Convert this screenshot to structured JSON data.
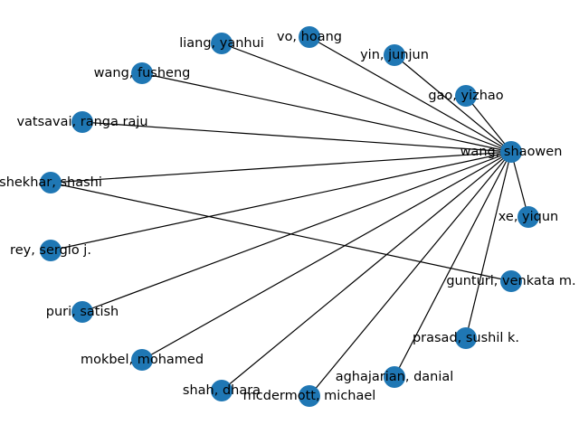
{
  "graph": {
    "node_color": "#1f77b4",
    "edge_color": "#000000",
    "nodes": [
      {
        "id": "wang_shaowen",
        "label": "wang, shaowen"
      },
      {
        "id": "vo_hoang",
        "label": "vo, hoang"
      },
      {
        "id": "liang_yanhui",
        "label": "liang, yanhui"
      },
      {
        "id": "yin_junjun",
        "label": "yin, junjun"
      },
      {
        "id": "wang_fusheng",
        "label": "wang, fusheng"
      },
      {
        "id": "gao_yizhao",
        "label": "gao, yizhao"
      },
      {
        "id": "vatsavai_ranga_raju",
        "label": "vatsavai, ranga raju"
      },
      {
        "id": "shekhar_shashi",
        "label": "shekhar, shashi"
      },
      {
        "id": "xe_yiqun",
        "label": "xe, yiqun"
      },
      {
        "id": "rey_sergio",
        "label": "rey, sergio j."
      },
      {
        "id": "gunturi_venkata",
        "label": "gunturi, venkata m."
      },
      {
        "id": "puri_satish",
        "label": "puri, satish"
      },
      {
        "id": "prasad_sushil",
        "label": "prasad, sushil k."
      },
      {
        "id": "mokbel_mohamed",
        "label": "mokbel, mohamed"
      },
      {
        "id": "aghajarian_danial",
        "label": "aghajarian, danial"
      },
      {
        "id": "shah_dhara",
        "label": "shah, dhara"
      },
      {
        "id": "mcdermott_michael",
        "label": "mcdermott, michael"
      }
    ],
    "edges": [
      [
        "wang_shaowen",
        "vo_hoang"
      ],
      [
        "wang_shaowen",
        "liang_yanhui"
      ],
      [
        "wang_shaowen",
        "yin_junjun"
      ],
      [
        "wang_shaowen",
        "wang_fusheng"
      ],
      [
        "wang_shaowen",
        "gao_yizhao"
      ],
      [
        "wang_shaowen",
        "vatsavai_ranga_raju"
      ],
      [
        "wang_shaowen",
        "shekhar_shashi"
      ],
      [
        "wang_shaowen",
        "xe_yiqun"
      ],
      [
        "wang_shaowen",
        "rey_sergio"
      ],
      [
        "wang_shaowen",
        "puri_satish"
      ],
      [
        "wang_shaowen",
        "prasad_sushil"
      ],
      [
        "wang_shaowen",
        "mokbel_mohamed"
      ],
      [
        "wang_shaowen",
        "aghajarian_danial"
      ],
      [
        "wang_shaowen",
        "shah_dhara"
      ],
      [
        "wang_shaowen",
        "mcdermott_michael"
      ],
      [
        "shekhar_shashi",
        "gunturi_venkata"
      ]
    ]
  }
}
